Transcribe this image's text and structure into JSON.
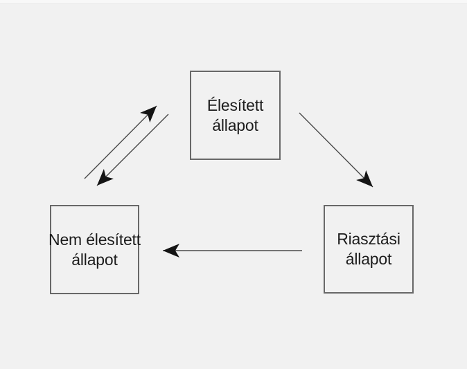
{
  "diagram": {
    "type": "state-diagram",
    "colors": {
      "background": "#f1f1f1",
      "box_border": "#686868",
      "text": "#1d1d1d",
      "arrow_line": "#4a4a4a",
      "arrow_head": "#141414"
    },
    "nodes": {
      "armed": {
        "line1": "Élesített",
        "line2": "állapot"
      },
      "disarmed": {
        "line1": "Nem élesített",
        "line2": "állapot"
      },
      "alarm": {
        "line1": "Riasztási",
        "line2": "állapot"
      }
    },
    "edges": [
      {
        "from": "disarmed",
        "to": "armed"
      },
      {
        "from": "armed",
        "to": "disarmed"
      },
      {
        "from": "armed",
        "to": "alarm"
      },
      {
        "from": "alarm",
        "to": "disarmed"
      }
    ]
  }
}
